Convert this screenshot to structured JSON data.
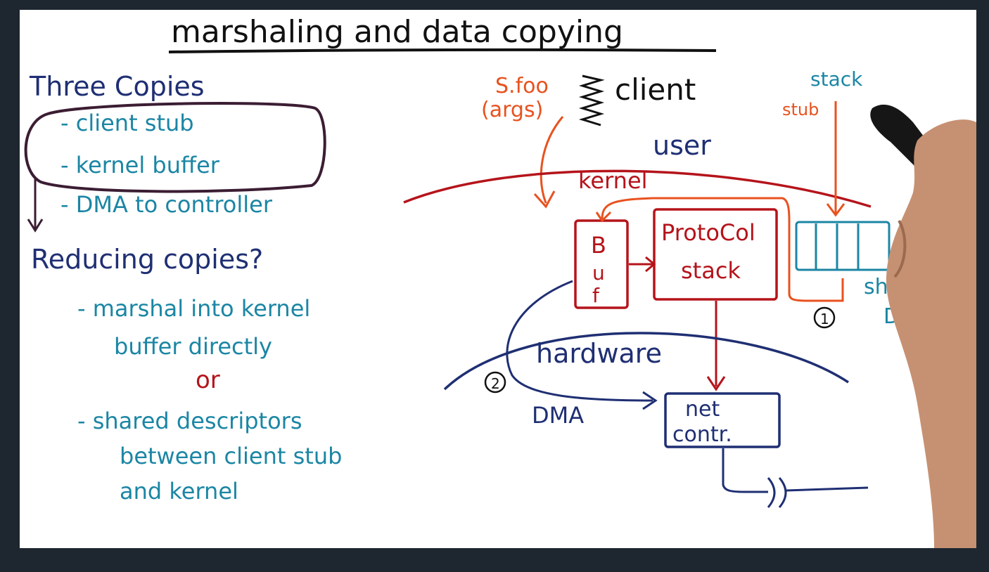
{
  "colors": {
    "background": "#1e2730",
    "board": "#ffffff",
    "navy": "#1f2f73",
    "teal": "#1b86a4",
    "red": "#b5141b",
    "orange": "#e8521f",
    "ink": "#111111"
  },
  "title": "marshaling and data copying",
  "left": {
    "heading": "Three Copies",
    "copies": [
      "- client stub",
      "- kernel buffer",
      "- DMA to controller"
    ],
    "question": "Reducing copies?",
    "option_1": [
      "- marshal into kernel",
      "buffer directly"
    ],
    "or_word": "or",
    "option_2": [
      "- shared descriptors",
      "between client stub",
      "and kernel"
    ]
  },
  "diagram": {
    "call": [
      "S.foo",
      "(args)"
    ],
    "client": "client",
    "user": "user",
    "kernel": "kernel",
    "stack": "stack",
    "stub": "stub",
    "buf": [
      "B",
      "u",
      "f"
    ],
    "protocol_stack": [
      "ProtoCol",
      "stack"
    ],
    "shared_desc": [
      "shared",
      "Desc"
    ],
    "step_1": "1",
    "step_2": "2",
    "hardware": "hardware",
    "dma": "DMA",
    "net_contr": [
      "net",
      "contr."
    ]
  },
  "icons": [
    "spring-icon",
    "pen-icon"
  ]
}
